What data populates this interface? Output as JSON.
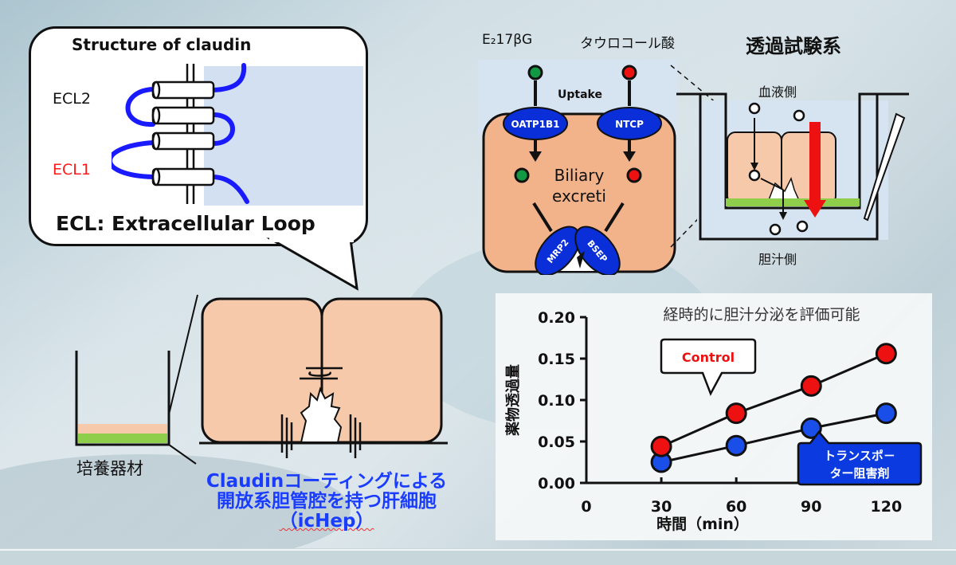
{
  "claudin_panel": {
    "title": "Structure of claudin",
    "ecl2_label": "ECL2",
    "ecl1_label": "ECL1",
    "footer": "ECL: Extracellular Loop",
    "colors": {
      "loop": "#1a1aff",
      "ecl1": "#ff1a1a",
      "cytoplasm": "#d3e0f2"
    }
  },
  "transport_panel": {
    "substrate_1": "E₂17βG",
    "substrate_2": "タウロコール酸",
    "uptake_label": "Uptake",
    "uptake_transporters": [
      "OATP1B1",
      "NTCP"
    ],
    "excretion_label_line1": "Biliary",
    "excretion_label_line2": "excreti",
    "efflux_transporters": [
      "MRP2",
      "BSEP"
    ],
    "colors": {
      "cell": "#f2b28a",
      "transporter": "#0a2ed8",
      "substrate_1": "#119944",
      "substrate_2": "#ee1111"
    }
  },
  "permeation_panel": {
    "title": "透過試験系",
    "top_label": "血液側",
    "bottom_label": "胆汁側",
    "colors": {
      "cell": "#f6c9ab",
      "membrane": "#8fce4a",
      "arrow": "#ee1111",
      "medium": "#dbe6f2"
    }
  },
  "culture_panel": {
    "vessel_label": "培養器材",
    "caption_line1": "Claudinコーティングによる",
    "caption_line2": "開放系胆管腔を持つ肝細胞",
    "caption_line3": "（icHep）",
    "colors": {
      "caption": "#1a3cff",
      "cell": "#f6c9ab",
      "membrane": "#8fce4a"
    }
  },
  "chart_data": {
    "type": "line",
    "title": "経時的に胆汁分泌を評価可能",
    "xlabel": "時間（min）",
    "ylabel": "薬物透過量",
    "x": [
      30,
      60,
      90,
      120
    ],
    "x_ticks": [
      "0",
      "30",
      "60",
      "90",
      "120"
    ],
    "xlim": [
      0,
      120
    ],
    "y_ticks": [
      "0.00",
      "0.05",
      "0.10",
      "0.15",
      "0.20"
    ],
    "ylim": [
      0,
      0.2
    ],
    "grid": false,
    "series": [
      {
        "name": "Control",
        "color": "#ee1111",
        "values": [
          0.044,
          0.084,
          0.117,
          0.156
        ]
      },
      {
        "name": "トランスポーター阻害剤",
        "color": "#1a4ee8",
        "values": [
          0.025,
          0.045,
          0.066,
          0.084
        ]
      }
    ],
    "annotations": [
      {
        "text": "Control",
        "series": "Control",
        "style": "white-callout"
      },
      {
        "text_line1": "トランスポ－",
        "text_line2": "ター阻害剤",
        "series": "トランスポーター阻害剤",
        "style": "blue-callout"
      }
    ]
  }
}
